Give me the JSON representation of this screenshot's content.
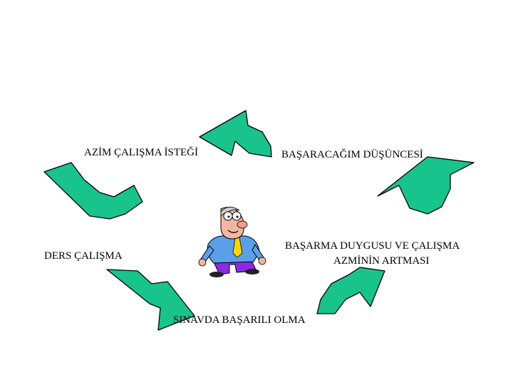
{
  "diagram": {
    "nodes": {
      "azim": "AZİM  ÇALIŞMA İSTEĞİ",
      "basaracagim": "BAŞARACAĞIM DÜŞÜNCESİ",
      "ders": "DERS ÇALIŞMA",
      "basarma_line1": "BAŞARMA DUYGUSU VE ÇALIŞMA",
      "basarma_line2": "AZMİNİN ARTMASI",
      "sinav": "SINAVDA BAŞARILI OLMA"
    },
    "arrow_color": "#19c48c",
    "arrow_outline": "#000000",
    "figure": "cartoon-student-figure"
  }
}
